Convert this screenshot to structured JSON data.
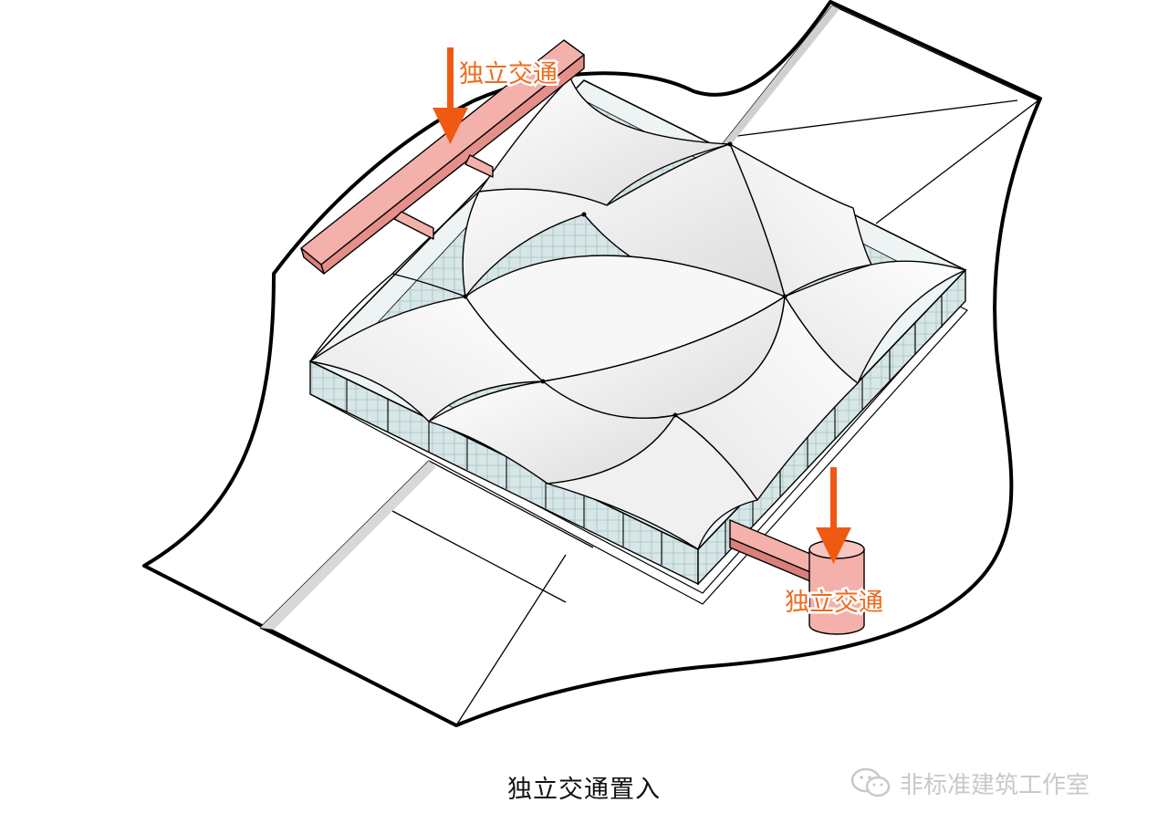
{
  "diagram": {
    "annotations": [
      {
        "id": "left",
        "text": "独立交通"
      },
      {
        "id": "right",
        "text": "独立交通"
      }
    ],
    "caption": "独立交通置入",
    "watermark": "非标准建筑工作室",
    "colors": {
      "arrow": "#ef5a12",
      "label": "#ef6a1c",
      "circulation_fill": "#f4b0ab",
      "glass": "#d6e6e7",
      "membrane": "#f5f5f5"
    }
  }
}
